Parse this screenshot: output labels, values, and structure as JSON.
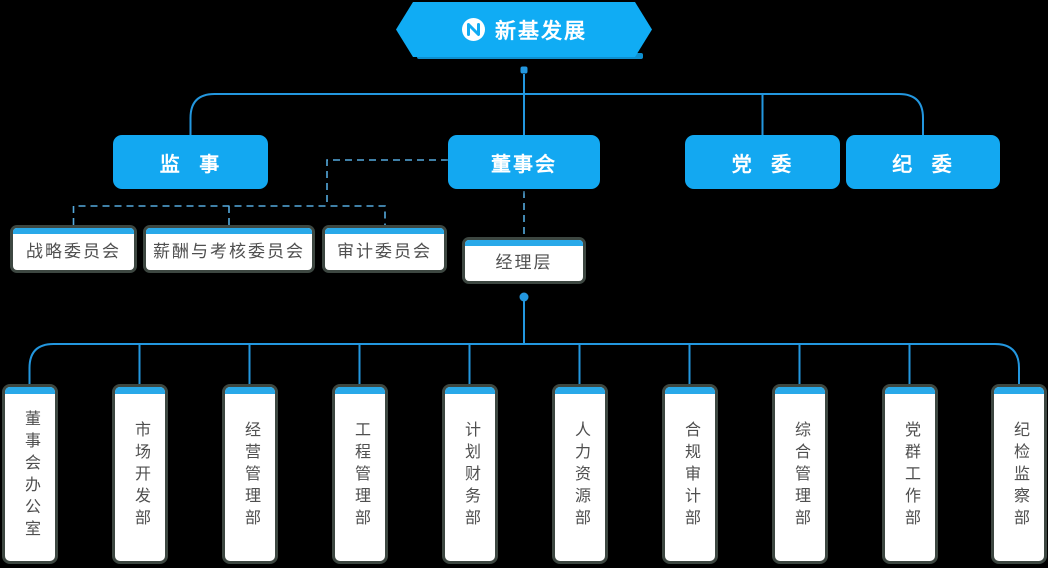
{
  "org": {
    "root": {
      "label": "新基发展",
      "icon": "company-logo-icon"
    },
    "level2": [
      {
        "label": "监 事"
      },
      {
        "label": "董事会"
      },
      {
        "label": "党 委"
      },
      {
        "label": "纪 委"
      }
    ],
    "committees": [
      {
        "label": "战略委员会"
      },
      {
        "label": "薪酬与考核委员会"
      },
      {
        "label": "审计委员会"
      }
    ],
    "management": {
      "label": "经理层"
    },
    "departments": [
      {
        "label": "董事会办公室"
      },
      {
        "label": "市场开发部"
      },
      {
        "label": "经营管理部"
      },
      {
        "label": "工程管理部"
      },
      {
        "label": "计划财务部"
      },
      {
        "label": "人力资源部"
      },
      {
        "label": "合规审计部"
      },
      {
        "label": "综合管理部"
      },
      {
        "label": "党群工作部"
      },
      {
        "label": "纪检监察部"
      }
    ],
    "colors": {
      "node_blue": "#13a8f1",
      "banner_blue": "#10acf4",
      "bar_blue": "#29a9e9",
      "line_blue": "#2397df",
      "dashed_blue": "#54a9dd",
      "text_dark": "#4f4f4f",
      "background": "#000000"
    }
  }
}
